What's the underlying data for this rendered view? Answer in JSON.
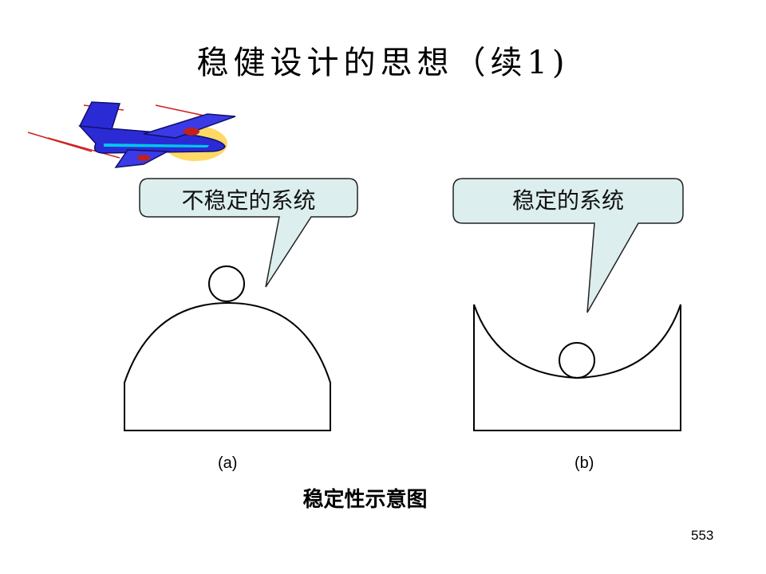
{
  "slide": {
    "title": "稳健设计的思想（续1)",
    "callouts": {
      "unstable": "不稳定的系统",
      "stable": "稳定的系统"
    },
    "labels": {
      "a": "(a)",
      "b": "(b)"
    },
    "figure_caption": "稳定性示意图",
    "page_number": "553"
  },
  "colors": {
    "callout_fill": "#dceeee",
    "plane_body": "#2b2bd6",
    "plane_stripe": "#00c8e8",
    "plane_glow": "#ffcc33",
    "speed_lines": "#d02020"
  },
  "icons": {
    "plane": "airplane-icon"
  }
}
